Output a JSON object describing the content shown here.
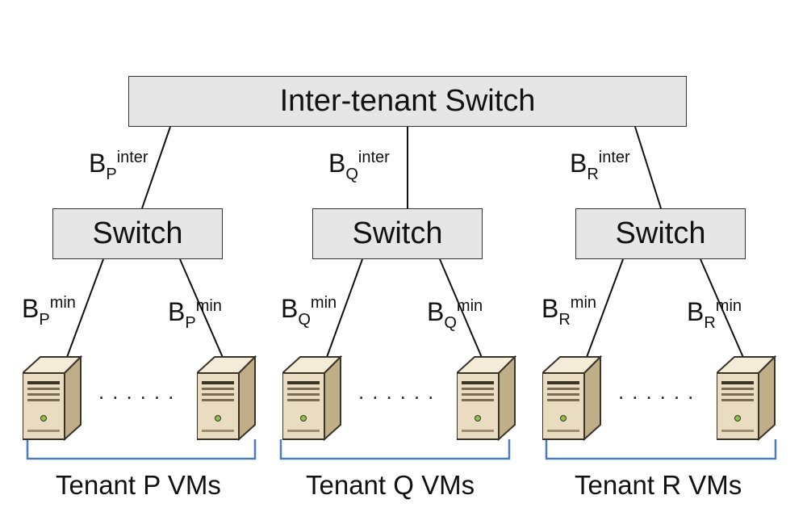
{
  "top_switch": {
    "label": "Inter-tenant Switch"
  },
  "tenants": [
    {
      "id": "p",
      "switch_label": "Switch",
      "inter_bw": {
        "base": "B",
        "sub": "P",
        "sup": "inter"
      },
      "vm_bw": {
        "base": "B",
        "sub": "P",
        "sup": "min"
      },
      "dots": "......",
      "caption": "Tenant P VMs"
    },
    {
      "id": "q",
      "switch_label": "Switch",
      "inter_bw": {
        "base": "B",
        "sub": "Q",
        "sup": "inter"
      },
      "vm_bw": {
        "base": "B",
        "sub": "Q",
        "sup": "min"
      },
      "dots": "......",
      "caption": "Tenant Q VMs"
    },
    {
      "id": "r",
      "switch_label": "Switch",
      "inter_bw": {
        "base": "B",
        "sub": "R",
        "sup": "inter"
      },
      "vm_bw": {
        "base": "B",
        "sub": "R",
        "sup": "min"
      },
      "dots": "......",
      "caption": "Tenant R VMs"
    }
  ],
  "colors": {
    "box_fill": "#e6e6e6",
    "line": "#111111",
    "bracket": "#4a7ebb",
    "server_front": "#e9dcc0",
    "server_side": "#bfae88",
    "server_dark": "#3a3328"
  },
  "icons": {
    "vm": "server-icon"
  }
}
